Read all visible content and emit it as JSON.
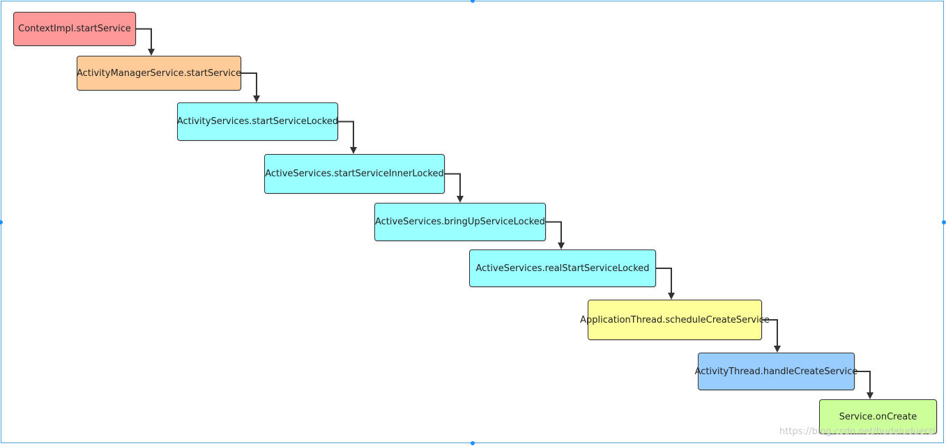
{
  "diagram": {
    "nodes": [
      {
        "id": "n1",
        "label": "ContextImpl.startService",
        "color": "#ff9999"
      },
      {
        "id": "n2",
        "label": "ActivityManagerService.startService",
        "color": "#ffcc99"
      },
      {
        "id": "n3",
        "label": "ActivityServices.startServiceLocked",
        "color": "#99ffff"
      },
      {
        "id": "n4",
        "label": "ActiveServices.startServiceInnerLocked",
        "color": "#99ffff"
      },
      {
        "id": "n5",
        "label": "ActiveServices.bringUpServiceLocked",
        "color": "#99ffff"
      },
      {
        "id": "n6",
        "label": "ActiveServices.realStartServiceLocked",
        "color": "#99ffff"
      },
      {
        "id": "n7",
        "label": "ApplicationThread.scheduleCreateService",
        "color": "#ffff99"
      },
      {
        "id": "n8",
        "label": "ActivityThread.handleCreateService",
        "color": "#99ccff"
      },
      {
        "id": "n9",
        "label": "Service.onCreate",
        "color": "#ccff99"
      }
    ],
    "edges": [
      {
        "from": "n1",
        "to": "n2"
      },
      {
        "from": "n2",
        "to": "n3"
      },
      {
        "from": "n3",
        "to": "n4"
      },
      {
        "from": "n4",
        "to": "n5"
      },
      {
        "from": "n5",
        "to": "n6"
      },
      {
        "from": "n6",
        "to": "n7"
      },
      {
        "from": "n7",
        "to": "n8"
      },
      {
        "from": "n8",
        "to": "n9"
      }
    ]
  },
  "watermark": "https://blog.csdn.net/hudaluduerzi",
  "colors": {
    "edge": "#333333",
    "frame": "#4aa3df",
    "handle": "#1e90ff"
  }
}
